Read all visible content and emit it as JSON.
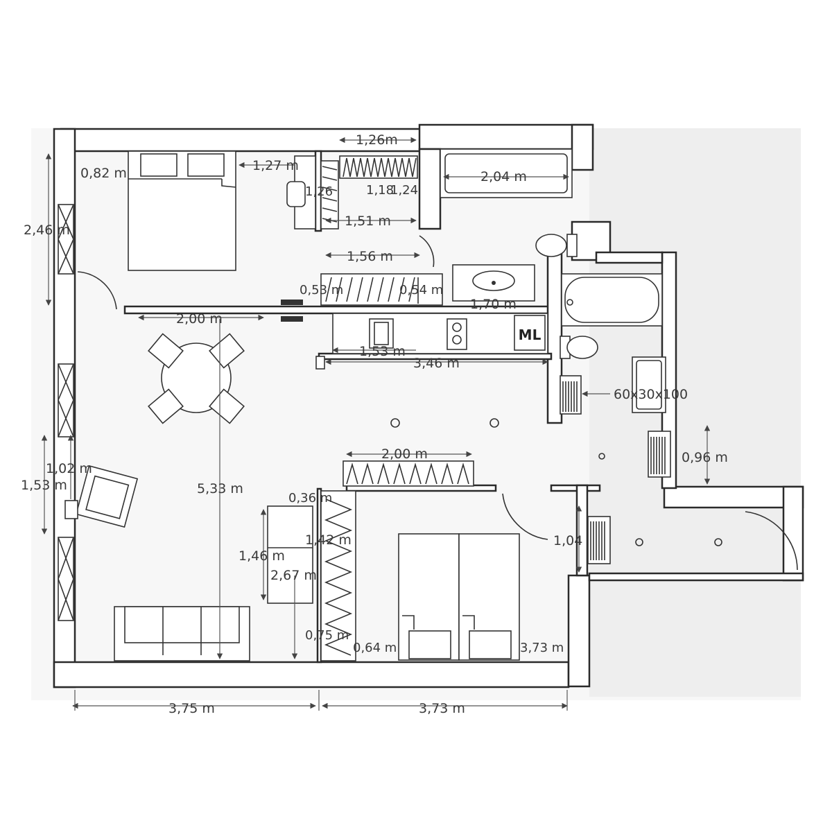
{
  "plan": {
    "labels": {
      "bed_top_width": "0,82 m",
      "bed_side": "1,27 m",
      "top_closet": "1,26m",
      "closet_depth_a": "1,26",
      "closet_inner_a": "1,18",
      "closet_inner_b": "1,24",
      "closet_bottom": "1,51 m",
      "bath_tub_width": "2,04 m",
      "left_wall_top": "2,46 m",
      "hall_closet": "1,56 m",
      "wardrobe_left_depth": "0,53 m",
      "wardrobe_right_depth": "0,54 m",
      "sink_width": "1,70 m",
      "partition_width": "2,00 m",
      "kitchen_counter": "1,53 m",
      "kitchen_total": "3,46 m",
      "washing_machine": "ML",
      "radiator_size": "60x30x100",
      "corridor_width": "0,96 m",
      "top_wardrobe": "2,00 m",
      "left_window_a": "1,02 m",
      "left_window_b": "1,53 m",
      "room_height": "5,33 m",
      "wardrobe_depth": "0,36 m",
      "wardrobe_length": "1,42 m",
      "armchair_width": "1,46 m",
      "sofa_distance": "2,67 m",
      "wardrobe_bottom": "0,75 m",
      "bed_gap": "0,64 m",
      "bed_right": "3,73 m",
      "entry_door": "1,04",
      "bottom_left": "3,75 m",
      "bottom_right": "3,73 m"
    }
  }
}
